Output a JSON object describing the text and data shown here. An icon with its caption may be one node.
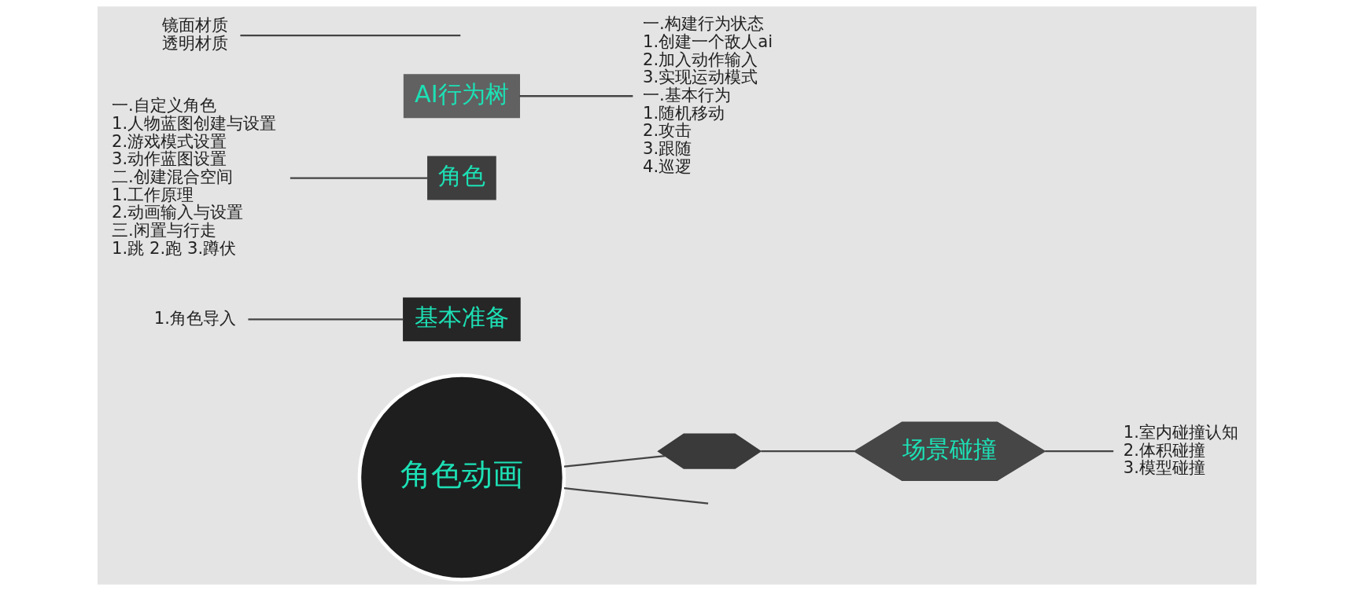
{
  "diagram": {
    "nodes": [
      {
        "text": [
          "角色动画"
        ]
      },
      {
        "text": [
          "基本准备"
        ]
      },
      {
        "text": [
          "角色"
        ]
      },
      {
        "text": [
          "AI行为树"
        ]
      },
      {
        "text": [
          "1.角色导入"
        ]
      },
      {
        "text": [
          "一.自定义角色",
          "1.人物蓝图创建与设置",
          "2.游戏模式设置",
          "3.动作蓝图设置",
          "二.创建混合空间",
          "1.工作原理",
          "2.动画输入与设置",
          "三.闲置与行走",
          "1.跳 2.跑 3.蹲伏"
        ]
      },
      {
        "text": [
          "一.构建行为状态",
          "1.创建一个敌人ai",
          "2.加入动作输入",
          "3.实现运动模式",
          "一.基本行为",
          "1.随机移动",
          "2.攻击",
          "3.跟随",
          "4.巡逻"
        ]
      },
      {
        "text": [],
        "shape": "hexagon"
      },
      {
        "text": [
          "场景碰撞"
        ]
      },
      {
        "text": [
          "1.室内碰撞认知",
          "2.体积碰撞",
          "3.模型碰撞"
        ]
      },
      {
        "text": [
          "镜面材质",
          "透明材质"
        ]
      }
    ],
    "edges": [
      {
        "from": 1,
        "to": 4,
        "arrow": "none"
      },
      {
        "from": 2,
        "to": 5,
        "arrow": "none"
      },
      {
        "from": 3,
        "to": 6,
        "arrow": "none"
      },
      {
        "from": 0,
        "to": 7,
        "arrow": "none"
      },
      {
        "from": 7,
        "to": 8,
        "arrow": "none"
      },
      {
        "from": 8,
        "to": 9,
        "arrow": "none"
      },
      {
        "from": 10,
        "to": null,
        "arrow": "none"
      },
      {
        "from": 0,
        "to": null,
        "arrow": "none"
      }
    ]
  }
}
